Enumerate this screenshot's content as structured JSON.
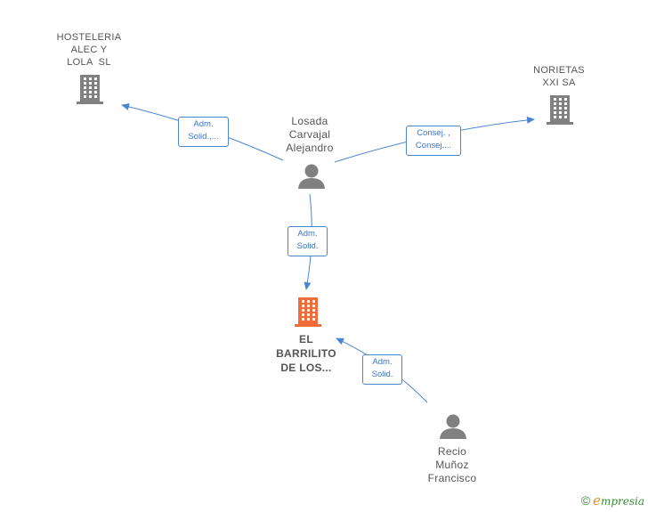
{
  "nodes": {
    "hosteleria": {
      "lines": [
        "HOSTELERIA",
        "ALEC Y",
        "LOLA  SL"
      ],
      "type": "company",
      "color": "#808080"
    },
    "norietas": {
      "lines": [
        "NORIETAS",
        "XXI SA"
      ],
      "type": "company",
      "color": "#808080"
    },
    "losada": {
      "lines": [
        "Losada",
        "Carvajal",
        "Alejandro"
      ],
      "type": "person",
      "color": "#808080"
    },
    "barrilito": {
      "lines": [
        "EL",
        "BARRILITO",
        "DE LOS..."
      ],
      "type": "company",
      "color": "#f26b3a"
    },
    "recio": {
      "lines": [
        "Recio",
        "Muñoz",
        "Francisco"
      ],
      "type": "person",
      "color": "#808080"
    }
  },
  "edges": {
    "losada_hosteleria": [
      "Adm.",
      "Solid.,..."
    ],
    "losada_norietas": [
      "Consej. ,",
      "Consej...."
    ],
    "losada_barrilito": [
      "Adm.",
      "Solid."
    ],
    "recio_barrilito": [
      "Adm.",
      "Solid."
    ]
  },
  "colors": {
    "edge": "#4a86d0",
    "edge_text": "#3a76c4"
  },
  "footer": {
    "copyright": "©",
    "brand_initial": "e",
    "brand_rest": "mpresia"
  }
}
